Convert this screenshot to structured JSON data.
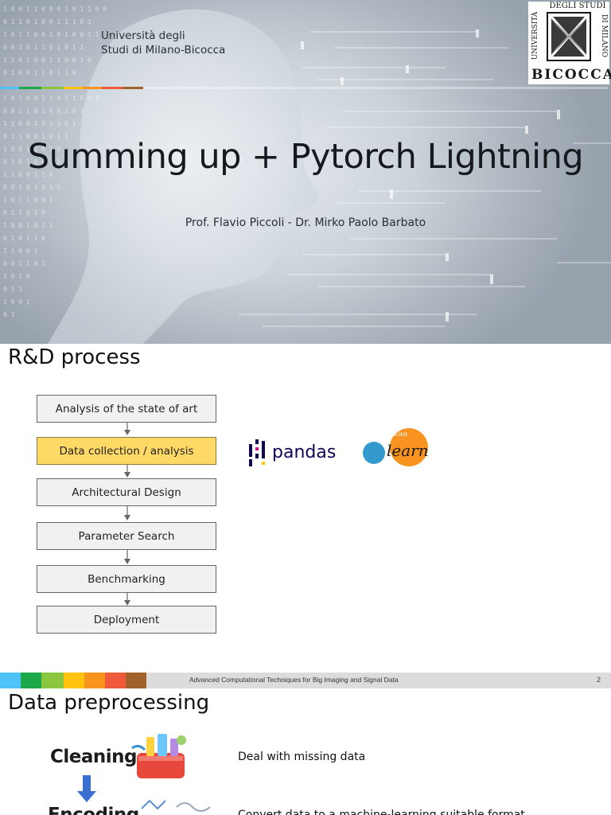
{
  "slide1": {
    "university": [
      "Università degli",
      "Studi di Milano-Bicocca"
    ],
    "title": "Summing up + Pytorch Lightning",
    "authors": "Prof. Flavio Piccoli - Dr. Mirko Paolo Barbato",
    "logo": {
      "top_text": "DEGLI STUDI",
      "left_text": "UNIVERSITÀ",
      "right_text": "DI MILANO",
      "word": "BICOCCA"
    }
  },
  "slide2": {
    "heading": "R&D process",
    "steps": [
      {
        "label": "Analysis of the state of art",
        "highlight": false
      },
      {
        "label": "Data collection / analysis",
        "highlight": true
      },
      {
        "label": "Architectural Design",
        "highlight": false
      },
      {
        "label": "Parameter Search",
        "highlight": false
      },
      {
        "label": "Benchmarking",
        "highlight": false
      },
      {
        "label": "Deployment",
        "highlight": false
      }
    ],
    "logos": {
      "pandas": "pandas",
      "sklearn_small": "scikit",
      "sklearn": "learn"
    },
    "footer": {
      "course": "Advanced Computational Techniques for Big Imaging and Signal Data",
      "page": "2"
    }
  },
  "slide3": {
    "heading": "Data preprocessing",
    "stages": [
      {
        "label": "Cleaning",
        "description": "Deal with missing data"
      },
      {
        "label": "Encoding",
        "description": "Convert data to a machine-learning suitable format"
      }
    ]
  },
  "colors": {
    "strip": [
      "#4fc3f7",
      "#1aa84b",
      "#8cc63f",
      "#ffc20e",
      "#f7941d",
      "#ef5b3a",
      "#a0612b"
    ],
    "highlight": "#ffd966",
    "footer_bg": "#dcdcdc",
    "pandas": "#150458",
    "sklearn_orange": "#f7931e",
    "sklearn_blue": "#3499cd"
  }
}
